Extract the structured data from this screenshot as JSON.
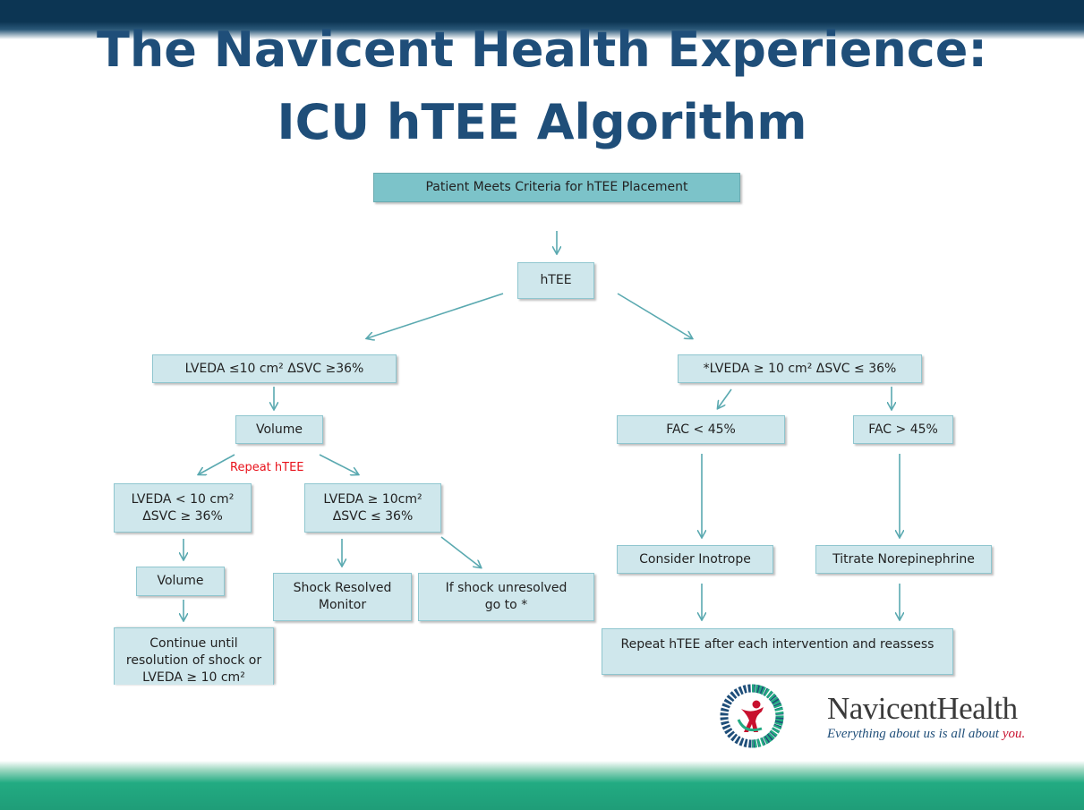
{
  "slide": {
    "title_line1": "The Navicent Health Experience:",
    "title_line2": "ICU hTEE Algorithm"
  },
  "flowchart": {
    "start": "Patient Meets Criteria for hTEE Placement",
    "htee": "hTEE",
    "left_branch": "LVEDA ≤10 cm² ΔSVC ≥36%",
    "volume_1": "Volume",
    "repeat_label": "Repeat hTEE",
    "lveda_low_1": "LVEDA < 10 cm²",
    "lveda_low_2": "ΔSVC ≥ 36%",
    "lveda_high_1": "LVEDA ≥ 10cm²",
    "lveda_high_2": "ΔSVC ≤ 36%",
    "volume_2": "Volume",
    "continue_1": "Continue until",
    "continue_2": "resolution of shock or",
    "continue_3": "LVEDA ≥ 10 cm²",
    "shock_resolved_1": "Shock Resolved",
    "shock_resolved_2": "Monitor",
    "shock_unresolved_1": "If shock unresolved",
    "shock_unresolved_2": "go to *",
    "right_branch": "*LVEDA ≥ 10 cm² ΔSVC ≤ 36%",
    "fac_low": "FAC < 45%",
    "fac_high": "FAC > 45%",
    "inotrope": "Consider Inotrope",
    "norepinephrine": "Titrate Norepinephrine",
    "repeat_final": "Repeat hTEE after each intervention and reassess"
  },
  "logo": {
    "name": "NavicentHealth",
    "tagline_main": "Everything about us is all about ",
    "tagline_em": "you.",
    "colors": {
      "navy": "#1f4e79",
      "green": "#22ab82",
      "red": "#c8102e"
    }
  },
  "colors": {
    "title": "#1f4e79",
    "box_fill": "#cfe7ec",
    "box_start": "#7cc3c9",
    "arrow": "#5aa9b0",
    "top_bar": "#0c3553",
    "bottom_bar": "#22ab82"
  }
}
